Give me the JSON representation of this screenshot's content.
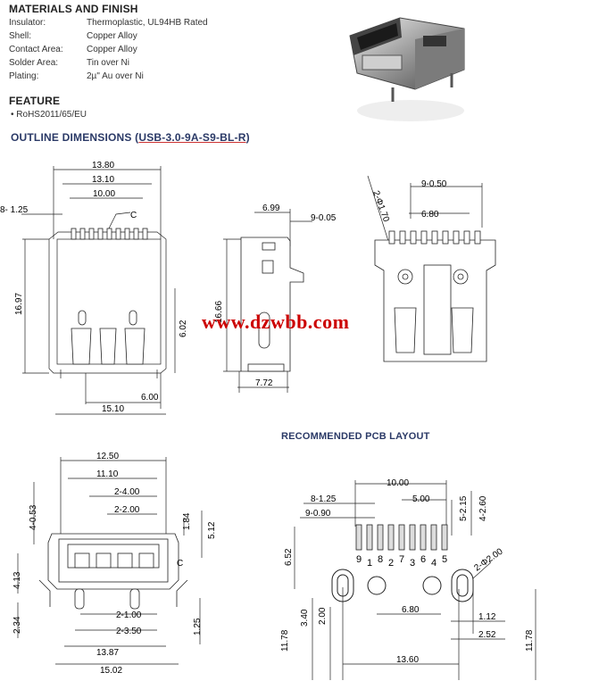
{
  "materials": {
    "heading": "MATERIALS AND FINISH",
    "rows": [
      {
        "label": "Insulator:",
        "value": "Thermoplastic,  UL94HB Rated"
      },
      {
        "label": "Shell:",
        "value": "Copper Alloy"
      },
      {
        "label": "Contact Area:",
        "value": "Copper Alloy"
      },
      {
        "label": "Solder Area:",
        "value": "Tin over Ni"
      },
      {
        "label": "Plating:",
        "value": "2µ\" Au over Ni"
      }
    ]
  },
  "feature": {
    "heading": "FEATURE",
    "items": [
      "RoHS2011/65/EU"
    ]
  },
  "outline": {
    "heading_prefix": "OUTLINE DIMENSIONS (",
    "part_number": "USB-3.0-9A-S9-BL-R",
    "heading_suffix": ")"
  },
  "pcb": {
    "heading": "RECOMMENDED PCB LAYOUT"
  },
  "watermark": "www.dzwbb.com",
  "front_dims": {
    "w1": "13.80",
    "w2": "13.10",
    "w3": "10.00",
    "pitch": "8- 1.25",
    "h1": "16.97",
    "h2": "6.02",
    "b1": "6.00",
    "b2": "15.10",
    "cl": "C"
  },
  "side_dims": {
    "d1": "6.99",
    "d2": "9-0.05",
    "h": "16.66",
    "b": "7.72"
  },
  "back_dims": {
    "hole": "2-Φ1.70",
    "t1": "9-0.50",
    "t2": "6.80"
  },
  "bottom_dims": {
    "w1": "12.50",
    "w2": "11.10",
    "w3": "2-4.00",
    "w4": "2-2.00",
    "l1": "4-0.53",
    "r1": "1.84",
    "r2": "5.12",
    "l2": "4.13",
    "l3": "2.34",
    "b1": "2-1.00",
    "b2": "2-3.50",
    "r3": "1.25",
    "b3": "13.87",
    "b4": "15.02",
    "cl": "C"
  },
  "pcb_dims": {
    "t1": "10.00",
    "t2": "5.00",
    "t3": "8-1.25",
    "t4": "9-0.90",
    "r1": "5-2.15",
    "r2": "4-2.60",
    "l1": "6.52",
    "hole": "2-Φ2.00",
    "m1": "6.80",
    "l2": "11.78",
    "l3": "3.40",
    "l4": "2.00",
    "r3": "1.12",
    "r4": "2.52",
    "b1": "13.60",
    "r5": "11.78"
  },
  "pin_numbers": [
    "9",
    "1",
    "8",
    "2",
    "7",
    "3",
    "6",
    "4",
    "5"
  ]
}
